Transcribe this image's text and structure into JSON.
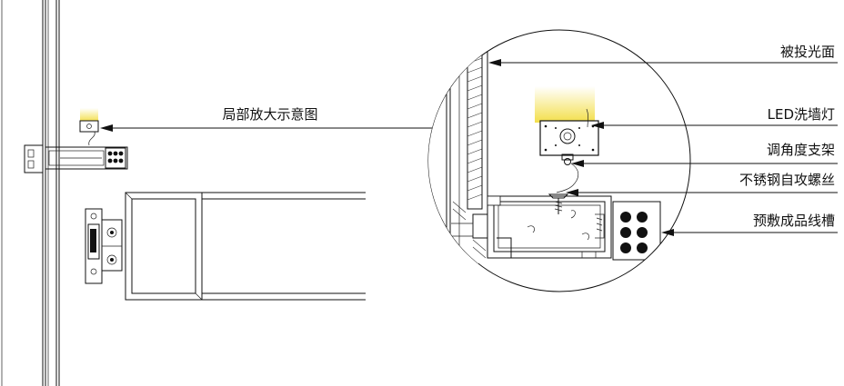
{
  "diagram": {
    "callout_label": "局部放大示意图",
    "labels": {
      "reflective_surface": "被投光面",
      "led_wall_washer": "LED洗墙灯",
      "adjustable_bracket": "调角度支架",
      "self_tapping_screw": "不锈钢自攻螺丝",
      "pre_laid_wire_slot": "预敷成品线槽"
    }
  },
  "colors": {
    "line": "#111111",
    "light_glow": "#f3df4a",
    "background": "#ffffff"
  }
}
